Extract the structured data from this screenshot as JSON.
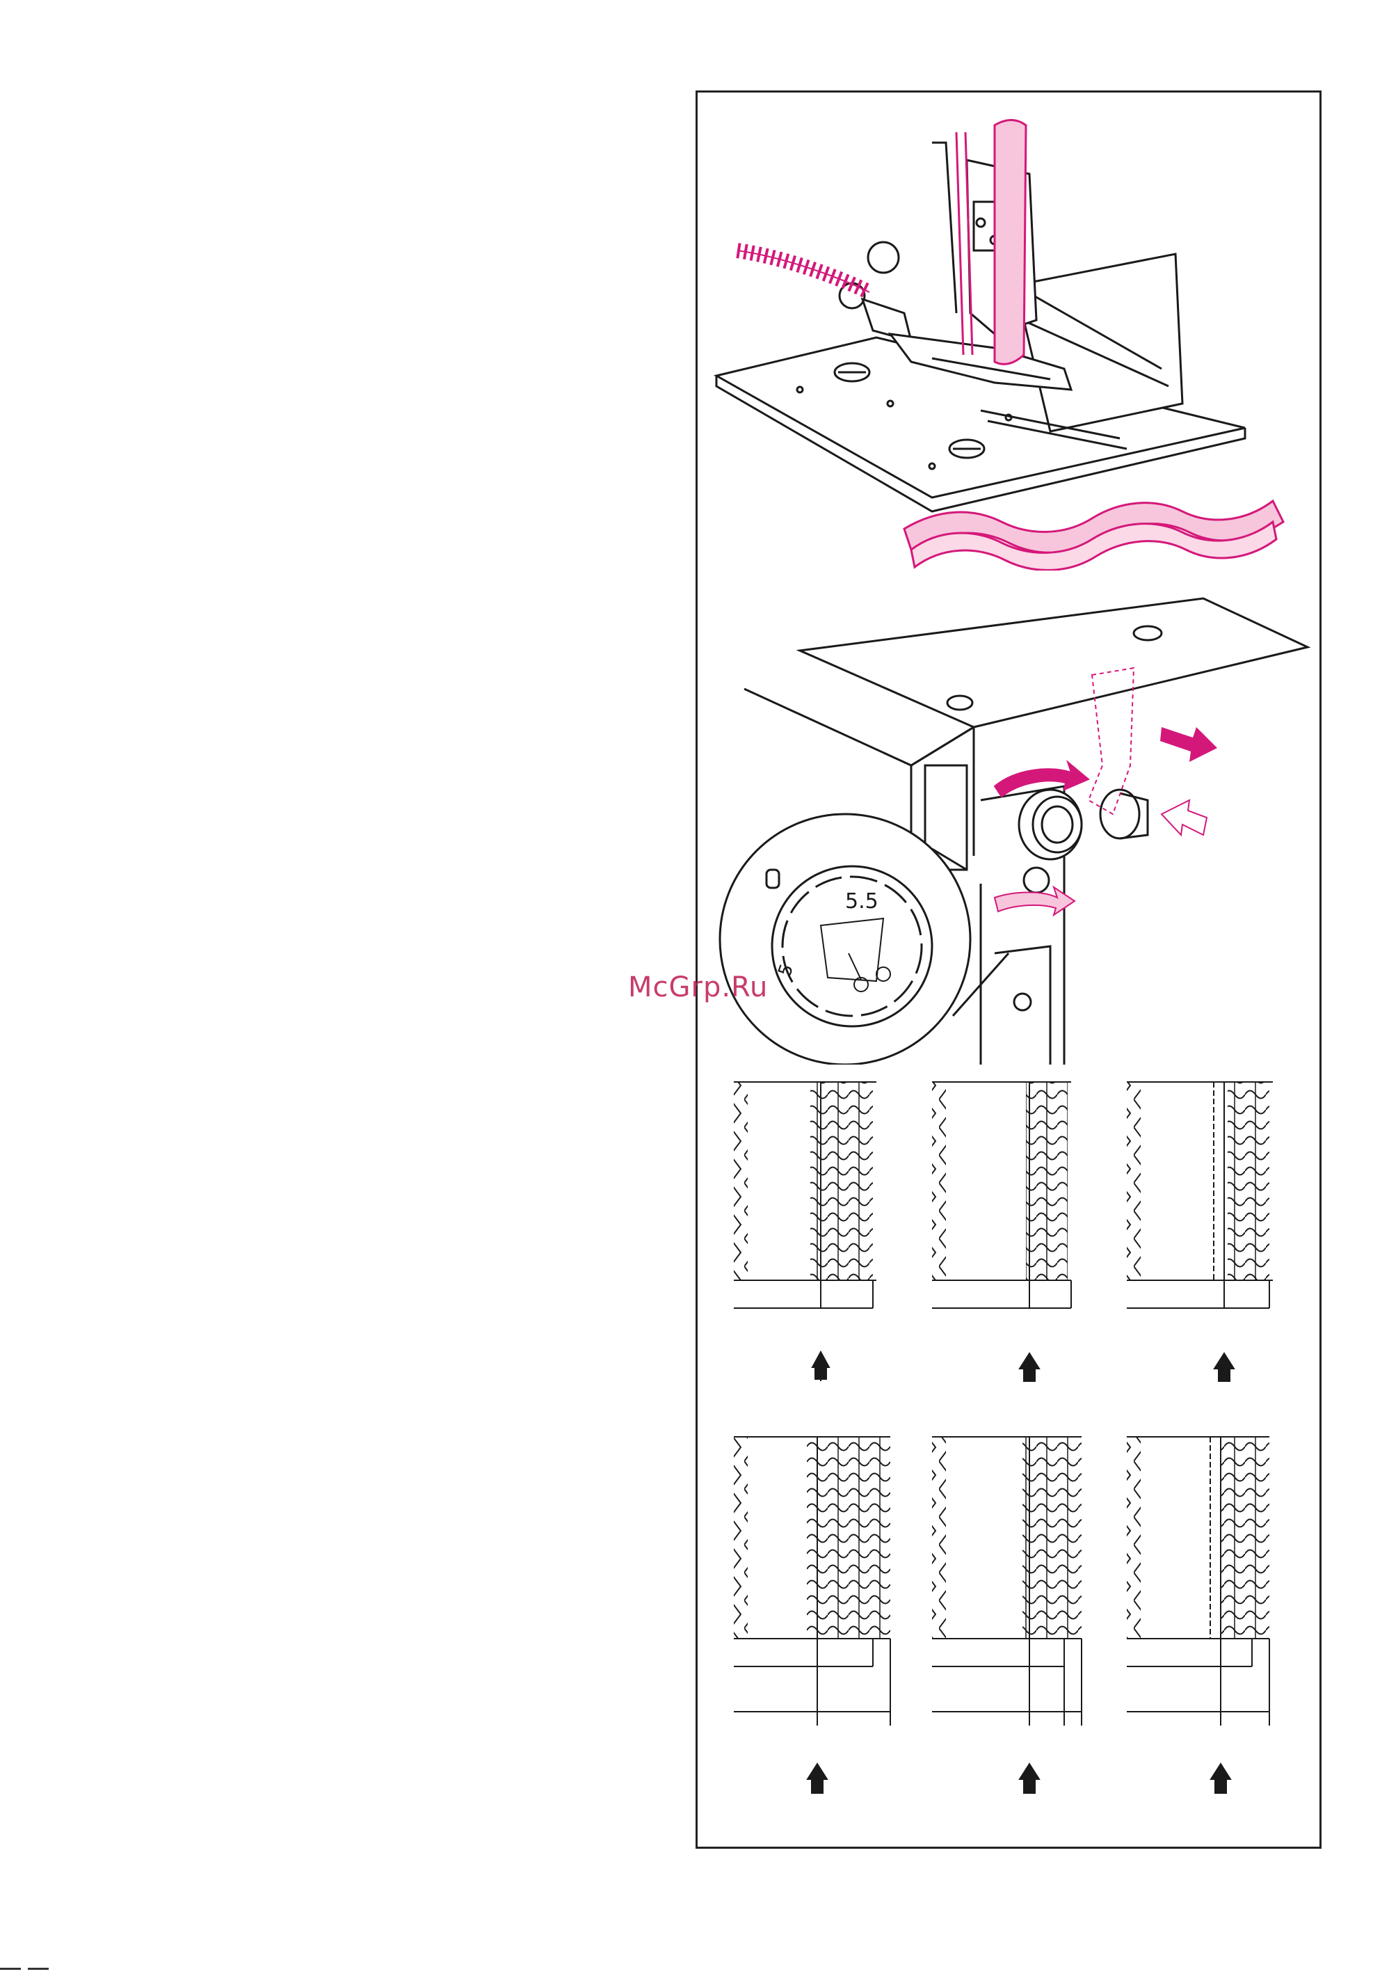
{
  "watermark": {
    "text": "McGrp.Ru"
  },
  "dial": {
    "label_large": "5.5",
    "label_small": "5"
  },
  "colors": {
    "accent": "#d4187a",
    "accent_light": "#f7c6dc",
    "line": "#1a1a1a"
  }
}
